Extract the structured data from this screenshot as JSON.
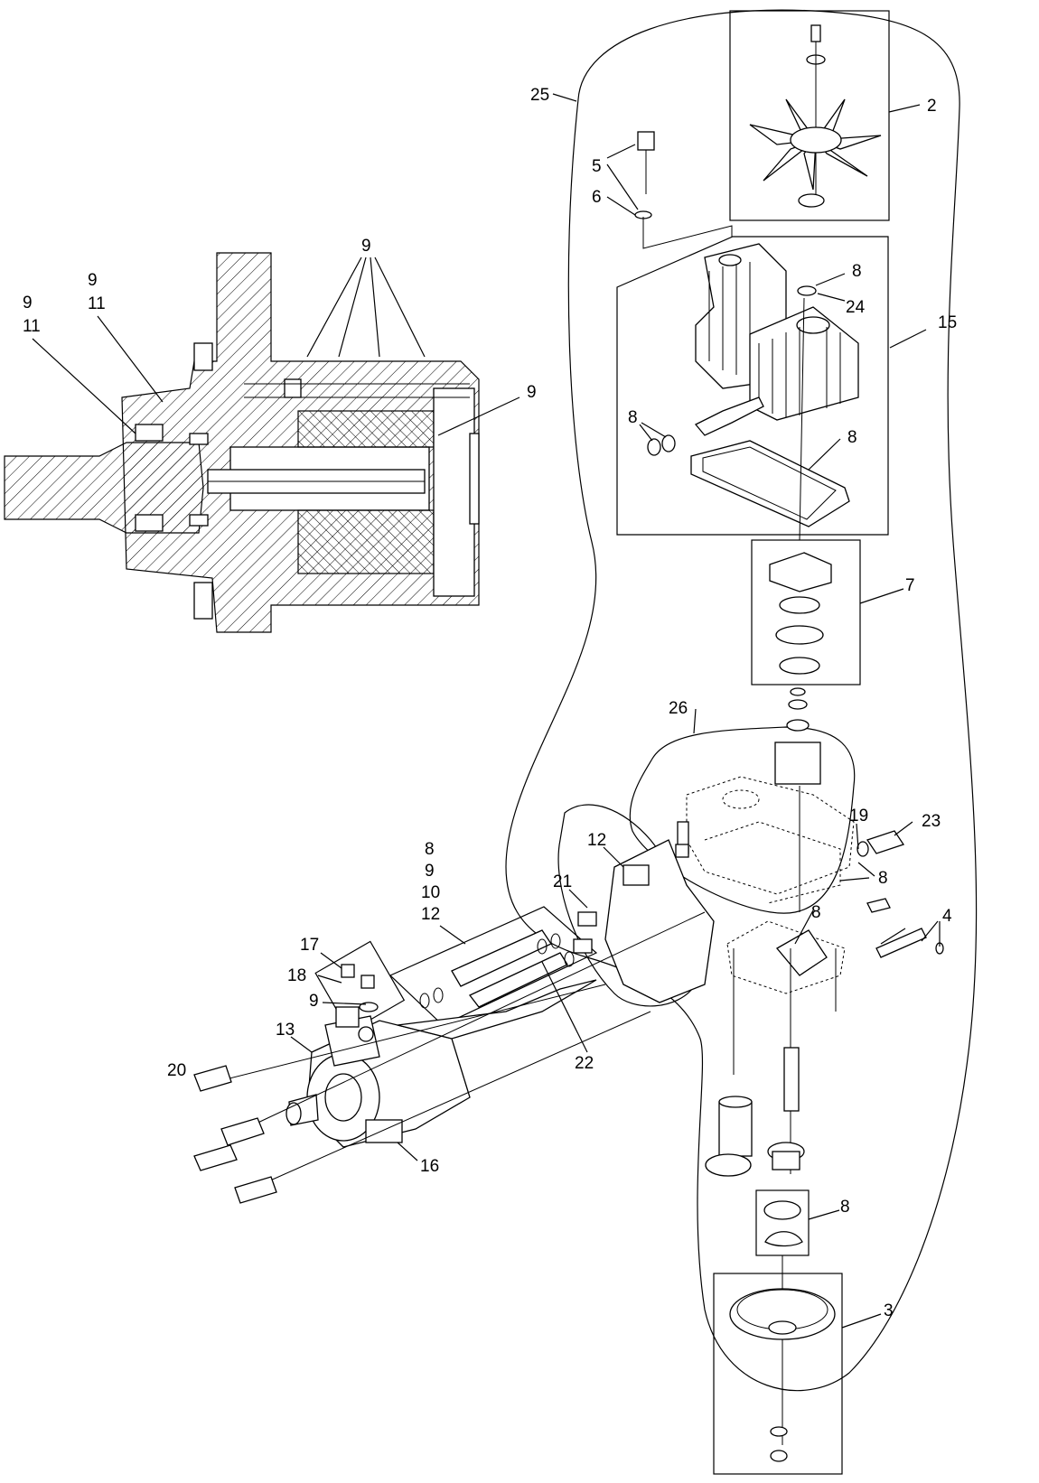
{
  "callouts": {
    "c2": "2",
    "c3": "3",
    "c4": "4",
    "c5": "5",
    "c6": "6",
    "c7": "7",
    "c8a": "8",
    "c8b": "8",
    "c8c": "8",
    "c8d": "8",
    "c8e": "8",
    "c8f": "8",
    "c24": "24",
    "c15": "15",
    "c25": "25",
    "c26": "26",
    "c19": "19",
    "c23": "23",
    "c12a": "12",
    "c21": "21",
    "c22": "22",
    "grp_8": "8",
    "grp_9": "9",
    "grp_10": "10",
    "grp_12": "12",
    "c17": "17",
    "c18": "18",
    "c9e": "9",
    "c13": "13",
    "c20": "20",
    "c16": "16",
    "sec_9a": "9",
    "sec_11a": "11",
    "sec_9b": "9",
    "sec_11b": "11",
    "sec_9top": "9",
    "sec_9right": "9"
  }
}
